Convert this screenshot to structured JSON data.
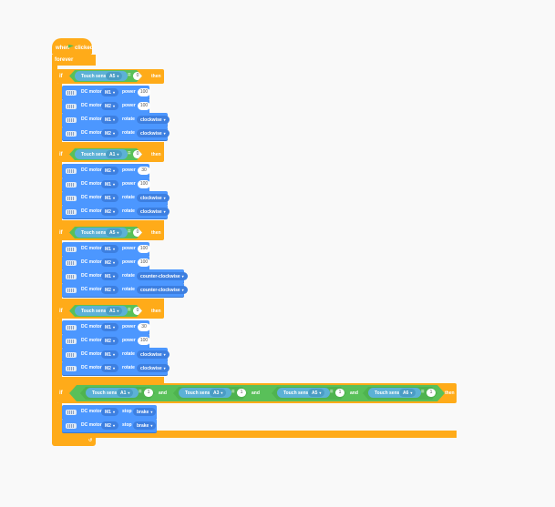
{
  "hat": {
    "label": "when",
    "flag_icon": "green-flag-icon",
    "label2": "clicked"
  },
  "forever": {
    "label": "forever"
  },
  "ifs": [
    {
      "if_label": "if",
      "then_label": "then",
      "sensor_label": "Touch sensor",
      "port": "A5",
      "eq": "=",
      "value": "0",
      "motors": [
        {
          "label": "DC motor",
          "motor": "M1",
          "action": "power",
          "value": "100"
        },
        {
          "label": "DC motor",
          "motor": "M2",
          "action": "power",
          "value": "100"
        },
        {
          "label": "DC motor",
          "motor": "M1",
          "action": "rotate",
          "value": "clockwise"
        },
        {
          "label": "DC motor",
          "motor": "M2",
          "action": "rotate",
          "value": "clockwise"
        }
      ]
    },
    {
      "if_label": "if",
      "then_label": "then",
      "sensor_label": "Touch sensor",
      "port": "A1",
      "eq": "=",
      "value": "0",
      "motors": [
        {
          "label": "DC motor",
          "motor": "M2",
          "action": "power",
          "value": "30"
        },
        {
          "label": "DC motor",
          "motor": "M1",
          "action": "power",
          "value": "100"
        },
        {
          "label": "DC motor",
          "motor": "M1",
          "action": "rotate",
          "value": "clockwise"
        },
        {
          "label": "DC motor",
          "motor": "M2",
          "action": "rotate",
          "value": "clockwise"
        }
      ]
    },
    {
      "if_label": "if",
      "then_label": "then",
      "sensor_label": "Touch sensor",
      "port": "A5",
      "eq": "=",
      "value": "0",
      "motors": [
        {
          "label": "DC motor",
          "motor": "M1",
          "action": "power",
          "value": "100"
        },
        {
          "label": "DC motor",
          "motor": "M2",
          "action": "power",
          "value": "100"
        },
        {
          "label": "DC motor",
          "motor": "M1",
          "action": "rotate",
          "value": "counter-clockwise"
        },
        {
          "label": "DC motor",
          "motor": "M2",
          "action": "rotate",
          "value": "counter-clockwise"
        }
      ]
    },
    {
      "if_label": "if",
      "then_label": "then",
      "sensor_label": "Touch sensor",
      "port": "A1",
      "eq": "=",
      "value": "0",
      "motors": [
        {
          "label": "DC motor",
          "motor": "M1",
          "action": "power",
          "value": "30"
        },
        {
          "label": "DC motor",
          "motor": "M2",
          "action": "power",
          "value": "100"
        },
        {
          "label": "DC motor",
          "motor": "M1",
          "action": "rotate",
          "value": "clockwise"
        },
        {
          "label": "DC motor",
          "motor": "M2",
          "action": "rotate",
          "value": "clockwise"
        }
      ]
    }
  ],
  "last_if": {
    "if_label": "if",
    "then_label": "then",
    "and_label": "and",
    "conditions": [
      {
        "sensor_label": "Touch sensor",
        "port": "A1",
        "eq": "=",
        "value": "1"
      },
      {
        "sensor_label": "Touch sensor",
        "port": "A3",
        "eq": "=",
        "value": "1"
      },
      {
        "sensor_label": "Touch sensor",
        "port": "A5",
        "eq": "=",
        "value": "1"
      },
      {
        "sensor_label": "Touch sensor",
        "port": "A6",
        "eq": "=",
        "value": "1"
      }
    ],
    "motors": [
      {
        "label": "DC motor",
        "motor": "M1",
        "action": "stop",
        "value": "brake"
      },
      {
        "label": "DC motor",
        "motor": "M2",
        "action": "stop",
        "value": "brake"
      }
    ]
  },
  "forever_end_arrow": "↺",
  "colors": {
    "control": "#ffab19",
    "motion": "#4c97ff",
    "operator": "#59c059",
    "sensor": "#5cb1d6"
  }
}
